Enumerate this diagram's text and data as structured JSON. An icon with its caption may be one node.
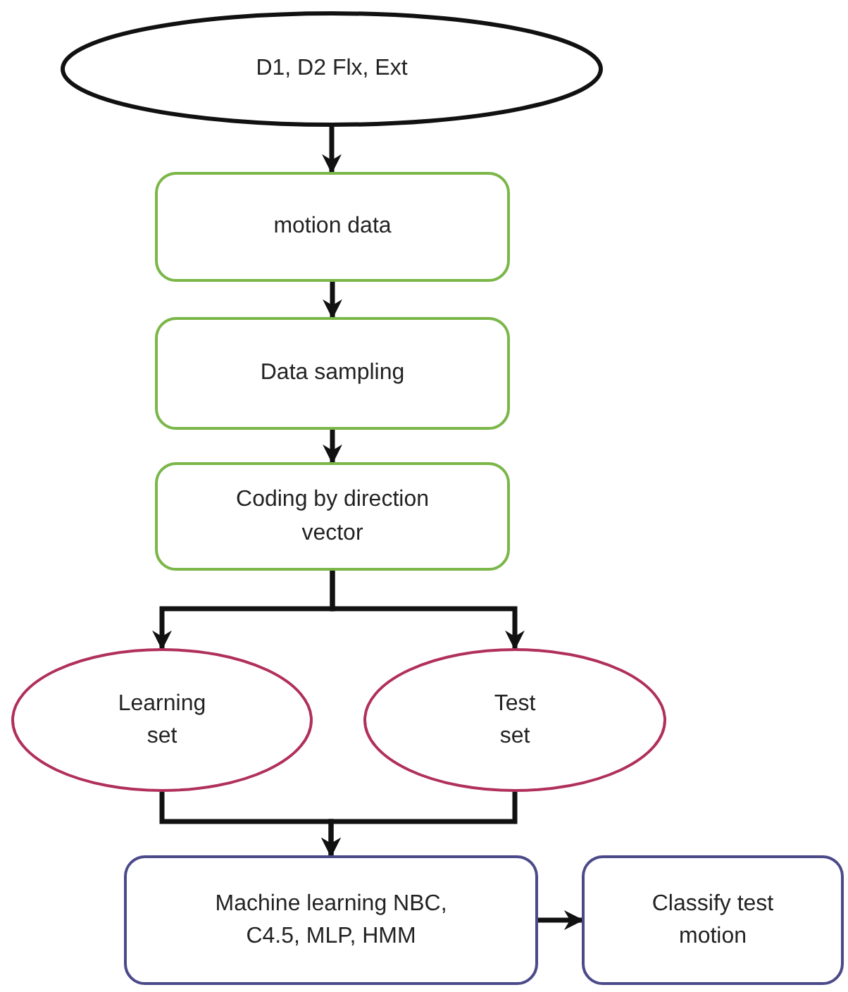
{
  "diagram": {
    "nodes": [
      {
        "text": [
          "D1, D2 Flx, Ext"
        ]
      },
      {
        "text": [
          "motion data"
        ]
      },
      {
        "text": [
          "Data sampling"
        ]
      },
      {
        "text": [
          "Coding by direction vector"
        ]
      },
      {
        "text": [
          "Learning set"
        ]
      },
      {
        "text": [
          "Test set"
        ]
      },
      {
        "text": [
          "Machine learning NBC, C4.5, MLP, HMM"
        ]
      },
      {
        "text": [
          "Classify test motion"
        ]
      }
    ],
    "edges": [
      {
        "from": 0,
        "to": 1,
        "arrow": "to"
      },
      {
        "from": 1,
        "to": 2,
        "arrow": "to"
      },
      {
        "from": 2,
        "to": 3,
        "arrow": "to"
      },
      {
        "from": 3,
        "to": 4,
        "arrow": "to"
      },
      {
        "from": 3,
        "to": 5,
        "arrow": "to"
      },
      {
        "from": 4,
        "to": 6,
        "arrow": "to"
      },
      {
        "from": 5,
        "to": 6,
        "arrow": "to"
      },
      {
        "from": 6,
        "to": 7,
        "arrow": "to"
      }
    ]
  }
}
